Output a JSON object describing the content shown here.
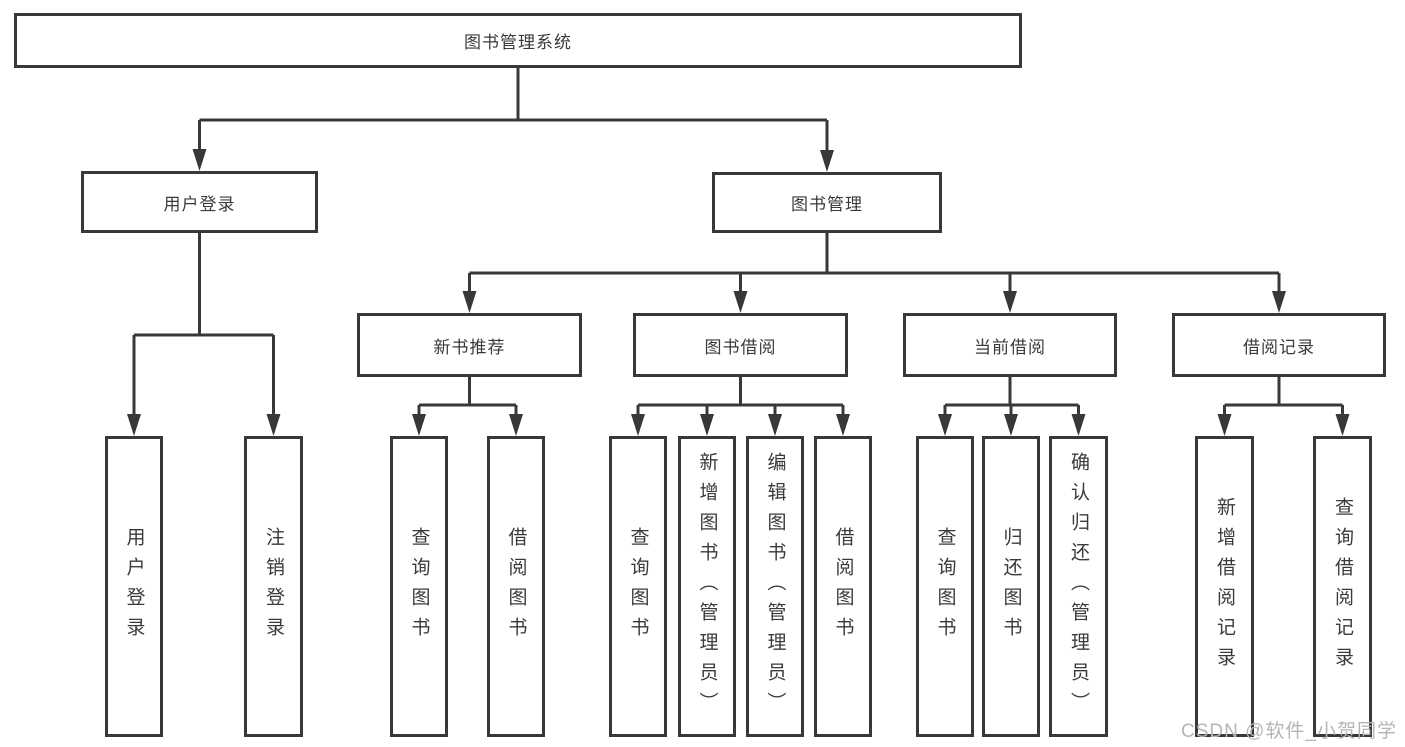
{
  "tree": {
    "label": "图书管理系统",
    "children": [
      {
        "label": "用户登录",
        "children": [
          {
            "label": "用户登录"
          },
          {
            "label": "注销登录"
          }
        ]
      },
      {
        "label": "图书管理",
        "children": [
          {
            "label": "新书推荐",
            "children": [
              {
                "label": "查询图书"
              },
              {
                "label": "借阅图书"
              }
            ]
          },
          {
            "label": "图书借阅",
            "children": [
              {
                "label": "查询图书"
              },
              {
                "label": "新增图书（管理员）"
              },
              {
                "label": "编辑图书（管理员）"
              },
              {
                "label": "借阅图书"
              }
            ]
          },
          {
            "label": "当前借阅",
            "children": [
              {
                "label": "查询图书"
              },
              {
                "label": "归还图书"
              },
              {
                "label": "确认归还（管理员）"
              }
            ]
          },
          {
            "label": "借阅记录",
            "children": [
              {
                "label": "新增借阅记录"
              },
              {
                "label": "查询借阅记录"
              }
            ]
          }
        ]
      }
    ]
  },
  "watermark": {
    "text": "CSDN @软件_小贺同学"
  },
  "colors": {
    "line": "#383838",
    "box_border": "#383838",
    "box_fill": "#ffffff",
    "text": "#3a3a3a",
    "watermark": "#b5b5b5",
    "background": "#ffffff"
  }
}
